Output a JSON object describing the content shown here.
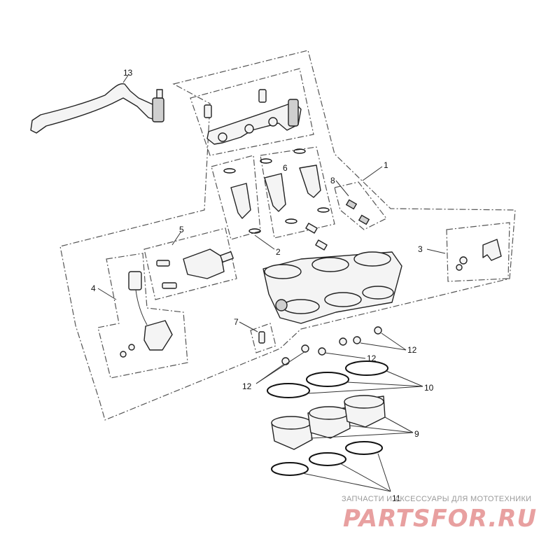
{
  "callouts": {
    "c1": "1",
    "c2": "2",
    "c3": "3",
    "c4": "4",
    "c5": "5",
    "c6": "6",
    "c7": "7",
    "c8": "8",
    "c9": "9",
    "c10": "10",
    "c11": "11",
    "c12a": "12",
    "c12b": "12",
    "c12c": "12",
    "c13": "13"
  },
  "watermark": {
    "tagline": "ЗАПЧАСТИ И АКСЕССУАРЫ ДЛЯ МОТОТЕХНИКИ",
    "brand": "PARTSFOR.RU"
  },
  "colors": {
    "line": "#222222",
    "frame": "#555555",
    "watermark_brand": "#e8a0a0"
  }
}
